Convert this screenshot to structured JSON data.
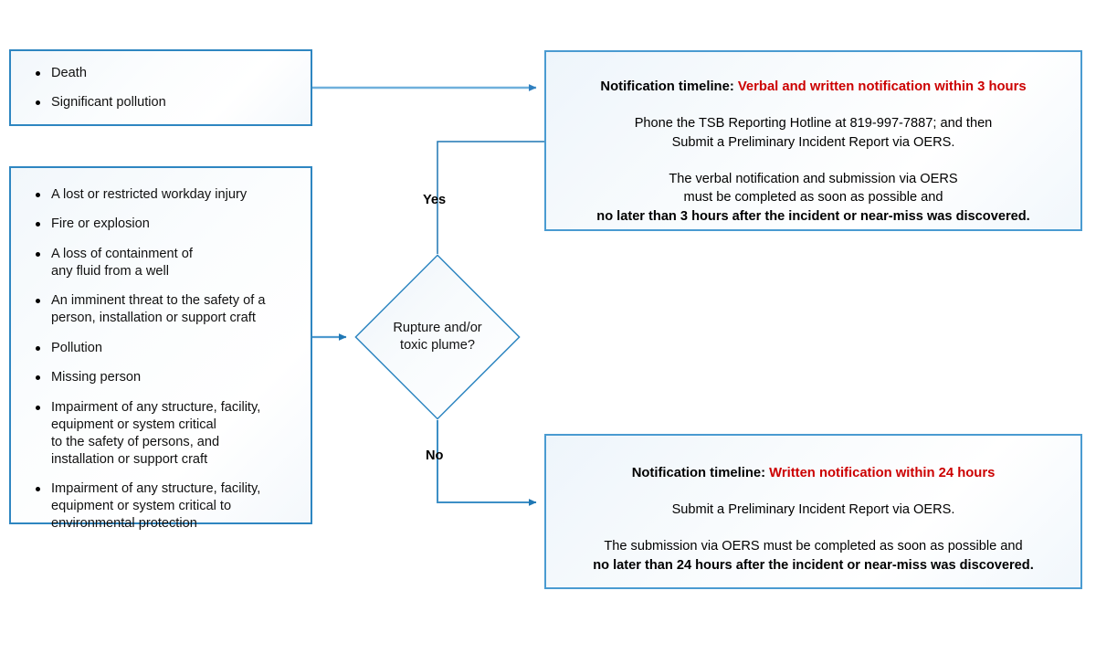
{
  "diagram": {
    "title": "Incident notification timeline flowchart",
    "colors": {
      "border_blue": "#2E86C1",
      "connector_blue": "#1F77B4",
      "accent_red": "#CC0000",
      "text_black": "#111111",
      "box_fill": "#F5F9FC"
    }
  },
  "severe_criteria_box": {
    "items": [
      "Death",
      "Significant pollution"
    ]
  },
  "standard_criteria_box": {
    "items": [
      "A lost or restricted workday injury",
      "Fire or explosion",
      "A loss of containment of\nany fluid from a well",
      "An imminent threat to the safety of a\nperson, installation or support craft",
      "Pollution",
      "Missing person",
      "Impairment of any structure, facility,\nequipment or system critical\nto the safety of persons, and\ninstallation or support craft",
      "Impairment of any structure, facility,\nequipment or system critical to\nenvironmental protection"
    ]
  },
  "decision": {
    "question": "Rupture and/or\ntoxic plume?",
    "yes_label": "Yes",
    "no_label": "No"
  },
  "notification_3h": {
    "headline_prefix": "Notification timeline: ",
    "headline_accent": "Verbal and written notification within 3 hours",
    "paragraphs": [
      {
        "lines": [
          {
            "text": "Phone the TSB Reporting Hotline at 819-997-7887; and then",
            "bold": false
          },
          {
            "text": "Submit a Preliminary Incident Report via OERS.",
            "bold": false
          }
        ]
      },
      {
        "lines": [
          {
            "text": "The verbal notification and submission via OERS",
            "bold": false
          },
          {
            "text": "must be completed as soon as possible and",
            "bold": false
          },
          {
            "text": "no later than 3 hours after the incident or near-miss was discovered.",
            "bold": true
          }
        ]
      }
    ]
  },
  "notification_24h": {
    "headline_prefix": "Notification timeline: ",
    "headline_accent": "Written notification within 24 hours",
    "paragraphs": [
      {
        "lines": [
          {
            "text": "Submit a Preliminary Incident Report via OERS.",
            "bold": false
          }
        ]
      },
      {
        "lines": [
          {
            "text": "The submission via OERS must be completed as soon as possible and",
            "bold": false
          },
          {
            "text": "no later than 24 hours after the incident or near-miss was discovered.",
            "bold": true
          }
        ]
      }
    ]
  }
}
